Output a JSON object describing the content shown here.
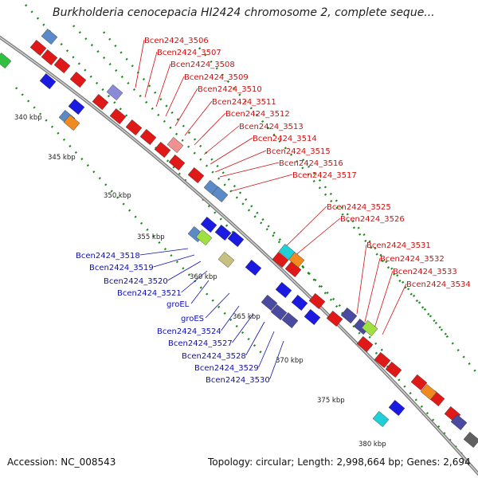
{
  "header": {
    "title": "Burkholderia cenocepacia HI2424 chromosome 2, complete seque..."
  },
  "footer": {
    "accession": "Accession: NC_008543",
    "summary": "Topology: circular; Length: 2,998,664 bp; Genes: 2,694"
  },
  "colors": {
    "forward_label": "#d01010",
    "reverse_label": "#1010b0",
    "backbone": "#888888",
    "gc_tick": "#1a8a1a"
  },
  "ticks": [
    {
      "label": "340 kbp"
    },
    {
      "label": "345 kbp"
    },
    {
      "label": "350 kbp"
    },
    {
      "label": "355 kbp"
    },
    {
      "label": "360 kbp"
    },
    {
      "label": "365 kbp"
    },
    {
      "label": "370 kbp"
    },
    {
      "label": "375 kbp"
    },
    {
      "label": "380 kbp"
    }
  ],
  "forward_labels": [
    "Bcen2424_3506",
    "Bcen2424_3507",
    "Bcen2424_3508",
    "Bcen2424_3509",
    "Bcen2424_3510",
    "Bcen2424_3511",
    "Bcen2424_3512",
    "Bcen2424_3513",
    "Bcen2424_3514",
    "Bcen2424_3515",
    "Bcen2424_3516",
    "Bcen2424_3517",
    "Bcen2424_3525",
    "Bcen2424_3526",
    "Bcen2424_3531",
    "Bcen2424_3532",
    "Bcen2424_3533",
    "Bcen2424_3534"
  ],
  "reverse_labels": [
    "Bcen2424_3518",
    "Bcen2424_3519",
    "Bcen2424_3520",
    "Bcen2424_3521",
    "groEL",
    "groES",
    "Bcen2424_3524",
    "Bcen2424_3527",
    "Bcen2424_3528",
    "Bcen2424_3529",
    "Bcen2424_3530"
  ]
}
